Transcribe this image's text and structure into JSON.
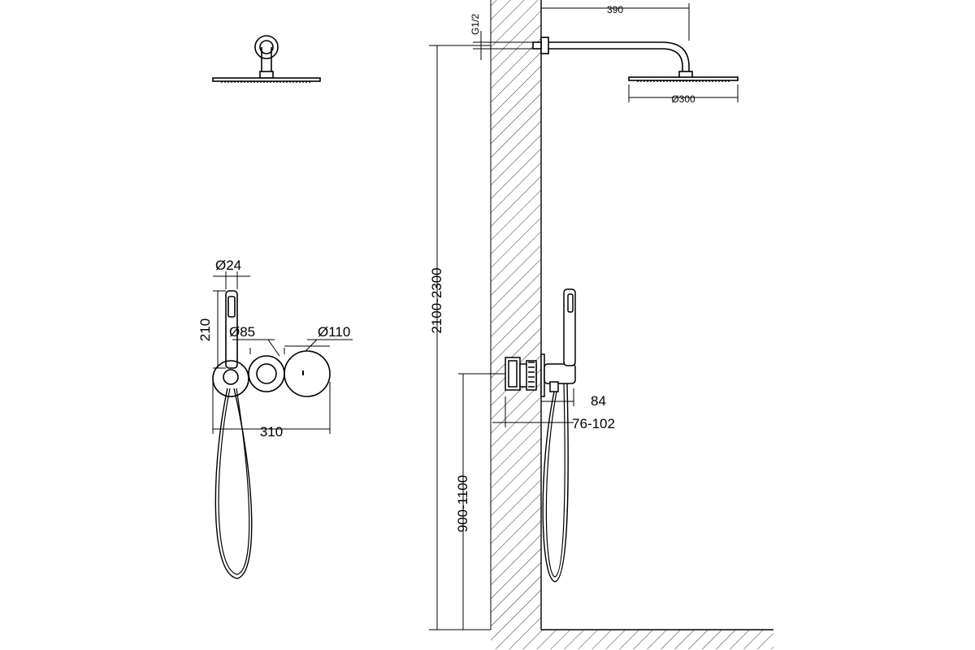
{
  "dimensions": {
    "handshower_diameter": "Ø24",
    "handshower_length": "210",
    "small_rosette_diameter": "Ø85",
    "large_rosette_diameter": "Ø110",
    "total_width": "310",
    "arm_length": "390",
    "thread": "G1/2",
    "head_diameter": "Ø300",
    "total_height": "2100-2300",
    "mixer_height": "900-1100",
    "projection": "84",
    "wall_depth": "76-102"
  },
  "colors": {
    "line": "#000000",
    "background": "#ffffff"
  }
}
